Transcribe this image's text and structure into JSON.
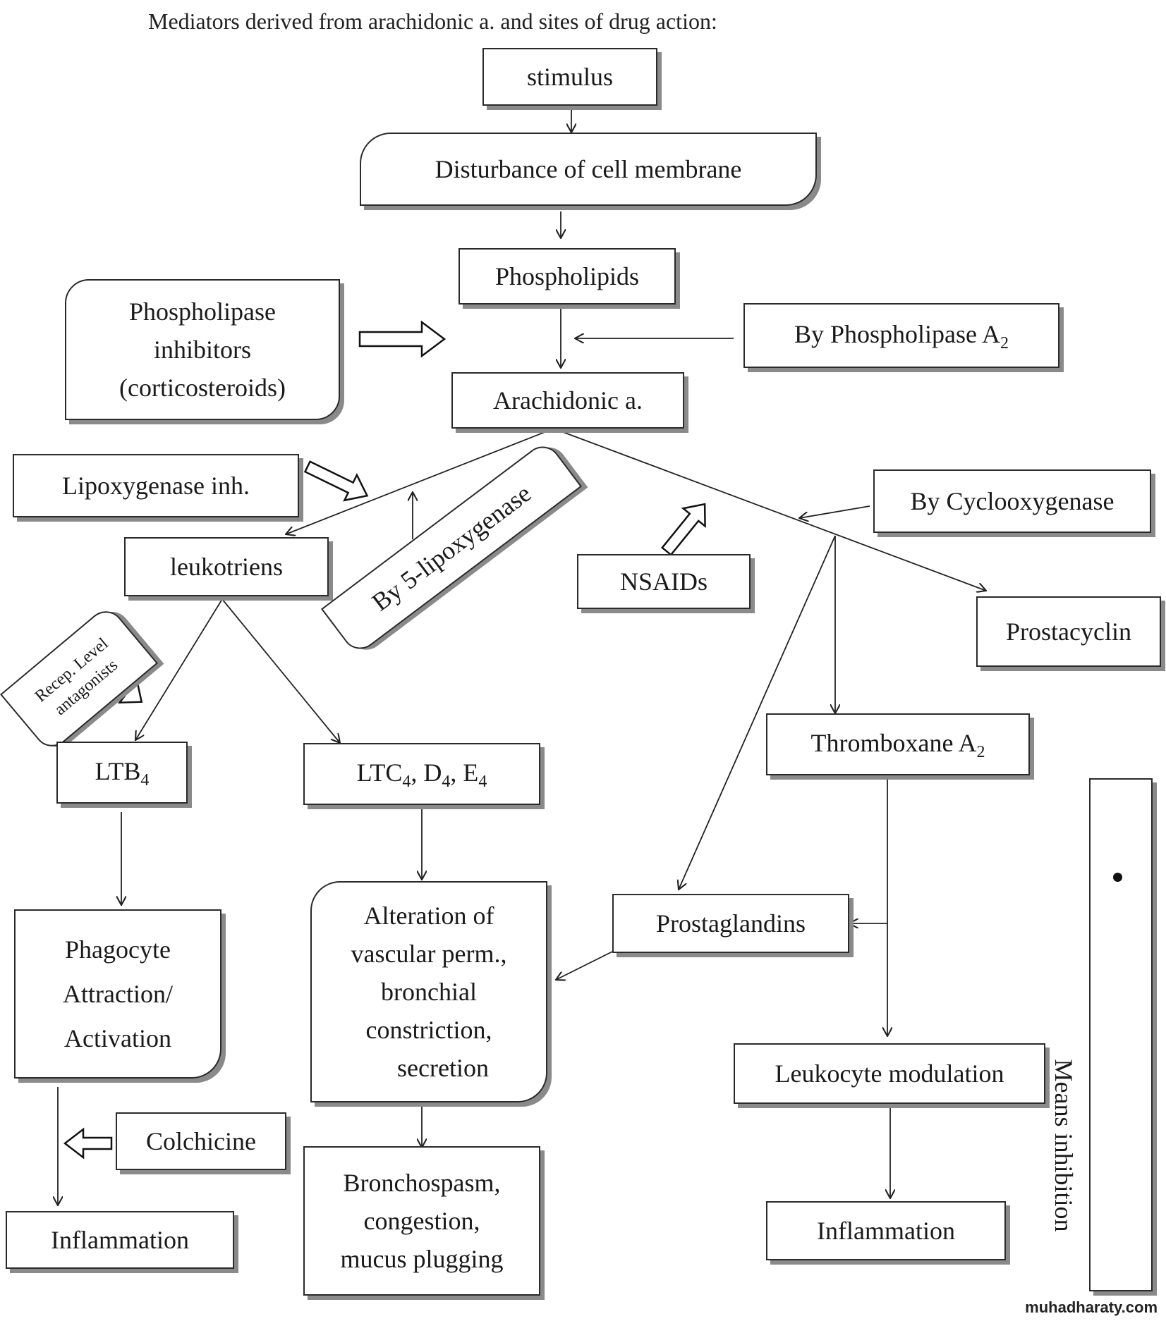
{
  "title": "Mediators derived from arachidonic a. and sites of drug action:",
  "nodes": {
    "stimulus": "stimulus",
    "disturbance": "Disturbance of cell membrane",
    "phospholipids": "Phospholipids",
    "phospholipase_inhibitors": [
      "Phospholipase",
      "inhibitors",
      "(corticosteroids)"
    ],
    "phospholipase_a2": "By Phospholipase A",
    "phospholipase_a2_sub": "2",
    "arachidonic": "Arachidonic a.",
    "lipoxygenase_inh": "Lipoxygenase inh.",
    "five_lipoxygenase": "By 5-lipoxygenase",
    "nsaids": "NSAIDs",
    "cyclooxygenase": "By Cyclooxygenase",
    "leukotriens": "leukotriens",
    "recep_antagonists": [
      "Recep. Level",
      "antagonists"
    ],
    "prostacyclin": "Prostacyclin",
    "thromboxane": "Thromboxane A",
    "thromboxane_sub": "2",
    "ltb4": "LTB",
    "ltb4_sub": "4",
    "ltc": [
      "LTC",
      "4",
      ", D",
      "4",
      ", E",
      "4"
    ],
    "phagocyte": [
      "Phagocyte",
      "Attraction/",
      "Activation"
    ],
    "alteration": [
      "Alteration of",
      "vascular perm.,",
      "bronchial",
      "constriction,",
      "secretion"
    ],
    "prostaglandins": "Prostaglandins",
    "leukocyte_modulation": "Leukocyte modulation",
    "colchicine": "Colchicine",
    "inflammation_left": "Inflammation",
    "bronchospasm": [
      "Bronchospasm,",
      "congestion,",
      "mucus plugging"
    ],
    "inflammation_right": "Inflammation"
  },
  "legend": {
    "text": "Means inhibition"
  },
  "watermark": "muhadharaty.com"
}
